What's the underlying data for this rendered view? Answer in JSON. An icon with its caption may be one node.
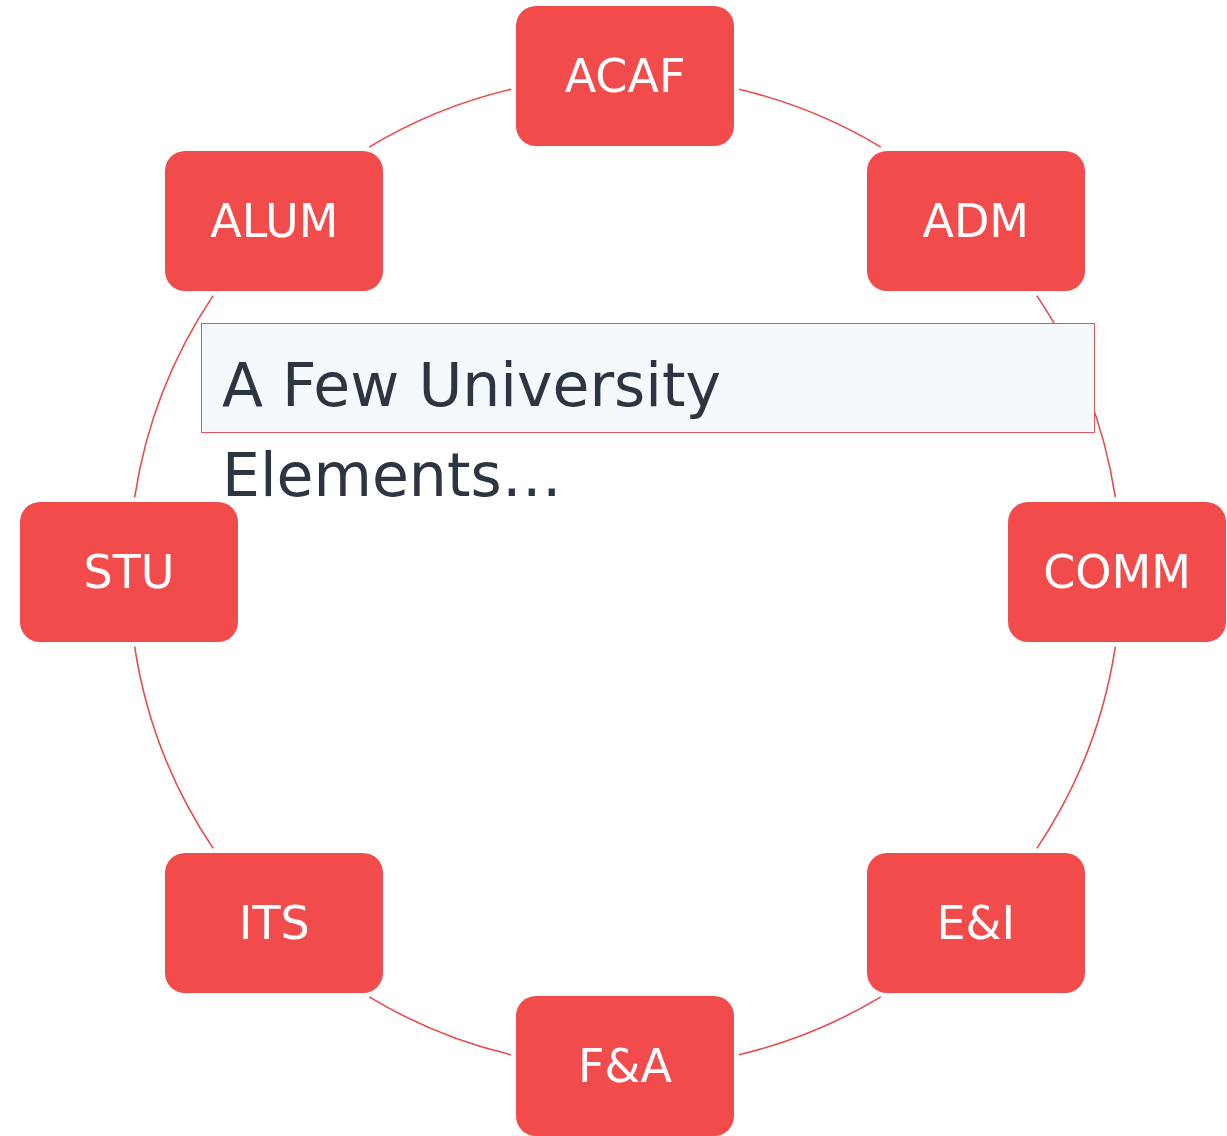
{
  "diagram": {
    "title": "A Few University Elements…",
    "nodes": [
      {
        "text": [
          "ACAF"
        ]
      },
      {
        "text": [
          "ALUM"
        ]
      },
      {
        "text": [
          "ADM"
        ]
      },
      {
        "text": [
          "STU"
        ]
      },
      {
        "text": [
          "COMM"
        ]
      },
      {
        "text": [
          "ITS"
        ]
      },
      {
        "text": [
          "E&I"
        ]
      },
      {
        "text": [
          "F&A"
        ]
      }
    ],
    "edges": [
      {
        "from": 0,
        "to": 2,
        "arrow": "none"
      },
      {
        "from": 2,
        "to": 4,
        "arrow": "none"
      },
      {
        "from": 4,
        "to": 6,
        "arrow": "none"
      },
      {
        "from": 6,
        "to": 7,
        "arrow": "none"
      },
      {
        "from": 7,
        "to": 5,
        "arrow": "none"
      },
      {
        "from": 5,
        "to": 3,
        "arrow": "none"
      },
      {
        "from": 3,
        "to": 1,
        "arrow": "none"
      },
      {
        "from": 1,
        "to": 0,
        "arrow": "none"
      }
    ]
  }
}
